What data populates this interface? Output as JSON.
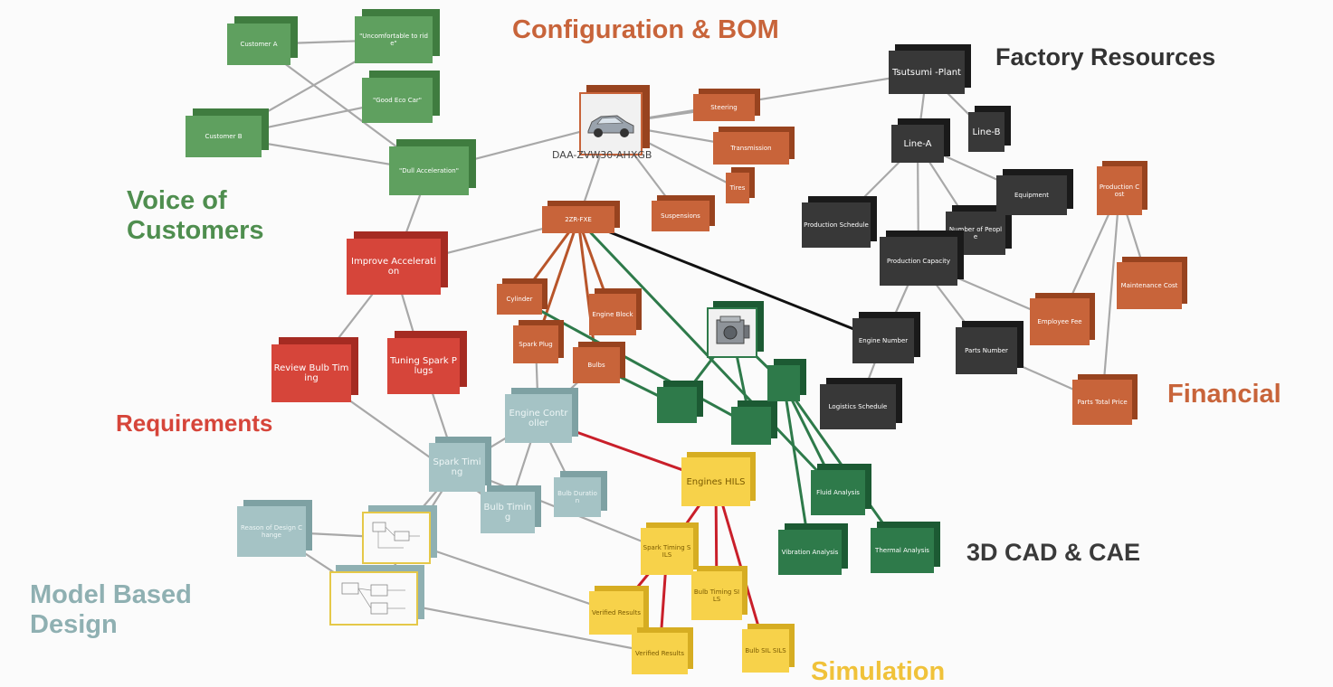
{
  "sections": {
    "configuration_bom": "Configuration & BOM",
    "factory_resources": "Factory Resources",
    "voice_of_customers": "Voice of Customers",
    "requirements": "Requirements",
    "financial": "Financial",
    "cad_cae": "3D CAD & CAE",
    "model_based_design": "Model Based Design",
    "simulation": "Simulation"
  },
  "colors": {
    "configuration": "#c8643a",
    "factory": "#383838",
    "voice": "#5fa05f",
    "requirements": "#d6453a",
    "financial": "#c8643a",
    "cad": "#2e7a4a",
    "model": "#a5c3c5",
    "simulation": "#f7d24a",
    "edge_default": "#a8a8a8",
    "edge_orange": "#b8552a",
    "edge_green": "#2e7a4a",
    "edge_red": "#c91f2a",
    "edge_black": "#111111"
  },
  "nodes": {
    "customer_a": "Customer A",
    "uncomfortable": "\"Uncomfortable to ride\"",
    "good_eco": "\"Good Eco Car\"",
    "customer_b": "Customer B",
    "dull_accel": "\"Dull Acceleration\"",
    "improve_accel": "Improve Acceleration",
    "review_bulb": "Review Bulb Timing",
    "tuning_spark": "Tuning Spark Plugs",
    "car_model": "DAA-ZVW30-AHXGB",
    "steering": "Steering",
    "transmission": "Transmission",
    "tires": "Tires",
    "suspensions": "Suspensions",
    "engine_2zr": "2ZR-FXE",
    "cylinder": "Cylinder",
    "engine_block": "Engine Block",
    "spark_plug": "Spark Plug",
    "bulbs": "Bulbs",
    "tsutsumi": "Tsutsumi -Plant",
    "line_a": "Line-A",
    "line_b": "Line-B",
    "prod_schedule": "Production Schedule",
    "number_people": "Number of People",
    "equipment": "Equipment",
    "prod_capacity": "Production Capacity",
    "engine_number": "Engine Number",
    "parts_number": "Parts Number",
    "logistics": "Logistics Schedule",
    "production_cost": "Production Cost",
    "maintenance_cost": "Maintenance Cost",
    "employee_fee": "Employee Fee",
    "parts_total": "Parts Total Price",
    "engine_controller": "Engine Controller",
    "spark_timing": "Spark Timing",
    "bulb_timing": "Bulb Timing",
    "bulb_duration": "Bulb Duration",
    "reason_design": "Reason of Design Change",
    "engines_hils": "Engines HILS",
    "spark_timing_sim": "Spark Timing SILS",
    "bulb_timing_sim": "Bulb Timing SILS",
    "verified_results_1": "Verified Results",
    "verified_results_2": "Verified Results",
    "bulb_sil": "Bulb SIL SILS",
    "fluid_analysis": "Fluid Analysis",
    "vibration_analysis": "Vibration Analysis",
    "thermal_analysis": "Thermal Analysis"
  }
}
